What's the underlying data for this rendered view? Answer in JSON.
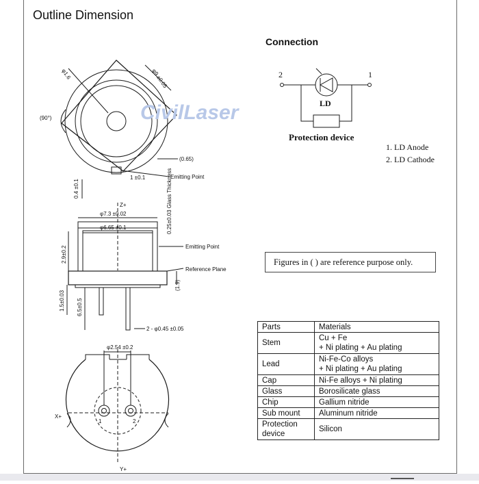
{
  "title": "Outline Dimension",
  "watermark": "CivilLaser",
  "top_view": {
    "dim_hole": "φ1.6",
    "dim_outer": "φ9 ±0.05",
    "dim_angle": "(90°)",
    "dim_offset": "(0.65)",
    "dim_notch": "1 ±0.1",
    "dim_notch_depth": "0.4 ±0.1",
    "emitting_point": "Emitting Point"
  },
  "side_view": {
    "axis_z": "Z+",
    "dim_cap": "φ7.3 ±0.02",
    "dim_window": "φ6.65 ±0.1",
    "glass_thickness": "0.25±0.03 Glass Thickness",
    "emitting_point": "Emitting Point",
    "dim_height": "2.9±0.2",
    "reference_plane": "Reference Plane",
    "dim_stem": "(1.9)",
    "dim_lead_short": "1.5±0.03",
    "dim_lead_long": "6.5±0.5",
    "dim_lead_dia": "2 - φ0.45 ±0.05"
  },
  "bottom_view": {
    "dim_pitch": "φ2.54 ±0.2",
    "axis_x": "X+",
    "axis_y": "Y+",
    "pin1": "1",
    "pin2": "2"
  },
  "connection": {
    "title": "Connection",
    "pin_left": "2",
    "pin_right": "1",
    "ld_label": "LD",
    "protection_label": "Protection device",
    "pin_list": [
      "1. LD Anode",
      "2. LD Cathode"
    ]
  },
  "note": "Figures in ( ) are reference purpose only.",
  "materials": {
    "header": [
      "Parts",
      "Materials"
    ],
    "rows": [
      {
        "part": "Stem",
        "material": [
          "Cu + Fe",
          "+ Ni plating + Au plating"
        ]
      },
      {
        "part": "Lead",
        "material": [
          "Ni-Fe-Co alloys",
          "+ Ni plating + Au plating"
        ]
      },
      {
        "part": "Cap",
        "material": [
          "Ni-Fe alloys + Ni plating"
        ]
      },
      {
        "part": "Glass",
        "material": [
          "Borosilicate glass"
        ]
      },
      {
        "part": "Chip",
        "material": [
          "Gallium nitride"
        ]
      },
      {
        "part": "Sub mount",
        "material": [
          "Aluminum nitride"
        ]
      },
      {
        "part": "Protection device",
        "material": [
          "Silicon"
        ]
      }
    ]
  },
  "colors": {
    "line": "#1a1a1a",
    "watermark": "#b8c8e8"
  }
}
